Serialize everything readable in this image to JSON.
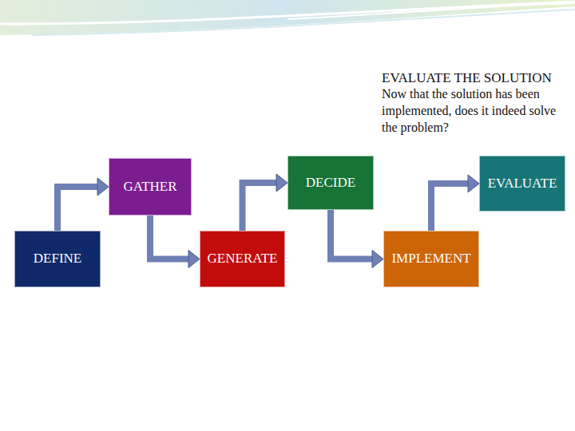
{
  "diagram": {
    "nodes": [
      {
        "text": [
          "DEFINE"
        ]
      },
      {
        "text": [
          "GATHER"
        ]
      },
      {
        "text": [
          "GENERATE"
        ]
      },
      {
        "text": [
          "DECIDE"
        ]
      },
      {
        "text": [
          "IMPLEMENT"
        ]
      },
      {
        "text": [
          "EVALUATE"
        ]
      }
    ],
    "edges": [
      {
        "from": 0,
        "to": 1,
        "arrow": "to"
      },
      {
        "from": 1,
        "to": 2,
        "arrow": "to"
      },
      {
        "from": 2,
        "to": 3,
        "arrow": "to"
      },
      {
        "from": 3,
        "to": 4,
        "arrow": "to"
      },
      {
        "from": 4,
        "to": 5,
        "arrow": "to"
      }
    ],
    "labels": [
      "EVALUATE THE SOLUTION",
      "Now that the solution has been implemented, does it indeed solve the problem?"
    ]
  }
}
